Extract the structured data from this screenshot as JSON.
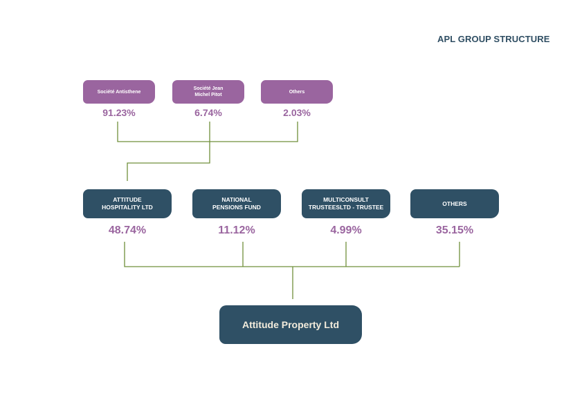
{
  "title": "APL GROUP STRUCTURE",
  "top_shareholders": [
    {
      "name": "Société Antisthene",
      "pct": "91.23%"
    },
    {
      "name": "Société Jean Michel Pitot",
      "pct": "6.74%"
    },
    {
      "name": "Others",
      "pct": "2.03%"
    }
  ],
  "mid_shareholders": [
    {
      "name": "ATTITUDE HOSPITALITY LTD",
      "pct": "48.74%"
    },
    {
      "name": "NATIONAL PENSIONS FUND",
      "pct": "11.12%"
    },
    {
      "name": "MULTICONSULT TRUSTEESLTD - TRUSTEE",
      "pct": "4.99%"
    },
    {
      "name": "OTHERS",
      "pct": "35.15%"
    }
  ],
  "root": {
    "name": "Attitude Property Ltd"
  },
  "colors": {
    "purple": "#9a659f",
    "navy": "#2f5065",
    "connector": "#6f8f3a",
    "title": "#2f4e63"
  }
}
